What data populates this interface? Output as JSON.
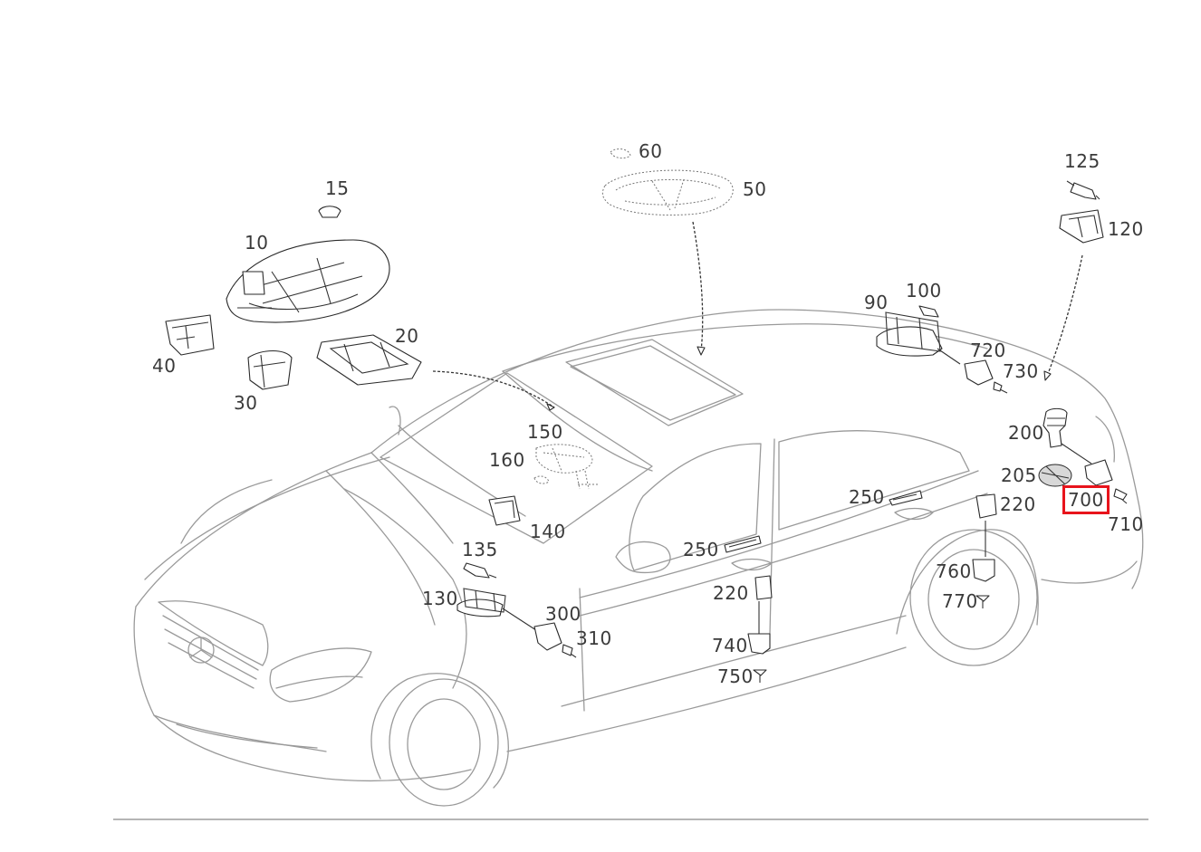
{
  "diagram": {
    "highlight_color": "#e8141c",
    "highlighted_part": "700",
    "labels": {
      "l15": "15",
      "l10": "10",
      "l40": "40",
      "l30": "30",
      "l20": "20",
      "l60": "60",
      "l50": "50",
      "l125": "125",
      "l120": "120",
      "l90": "90",
      "l100": "100",
      "l720": "720",
      "l730": "730",
      "l150": "150",
      "l160": "160",
      "l140": "140",
      "l135": "135",
      "l130": "130",
      "l300": "300",
      "l310": "310",
      "l200": "200",
      "l205": "205",
      "l700": "700",
      "l710": "710",
      "l250a": "250",
      "l220a": "220",
      "l250b": "250",
      "l220b": "220",
      "l740": "740",
      "l750": "750",
      "l760": "760",
      "l770": "770"
    }
  }
}
